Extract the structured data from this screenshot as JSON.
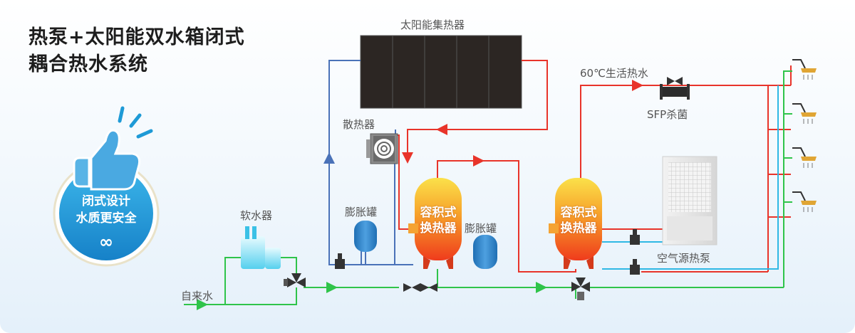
{
  "title": {
    "line1": "热泵+太阳能双水箱闭式",
    "line2": "耦合热水系统"
  },
  "badge": {
    "line1": "闭式设计",
    "line2": "水质更安全",
    "symbol": "∞",
    "icon": "thumbs-up-icon"
  },
  "labels": {
    "solar_collector": "太阳能集热器",
    "radiator": "散热器",
    "expansion_tank_1": "膨胀罐",
    "expansion_tank_2": "膨胀罐",
    "soft_water": "软水器",
    "tap_water": "自来水",
    "hot_water_60": "60℃生活热水",
    "sfp": "SFP杀菌",
    "heat_pump": "空气源热泵"
  },
  "tanks": {
    "tank1_line1": "容积式",
    "tank1_line2": "换热器",
    "tank2_line1": "容积式",
    "tank2_line2": "换热器"
  },
  "colors": {
    "hot_pipe": "#e8342a",
    "cold_pipe": "#2fc44a",
    "return_pipe": "#4a72b8",
    "cyan_pipe": "#2fb8e4",
    "badge": "#1e9ad6",
    "tank_top": "#fbe14a",
    "tank_bottom": "#ef3b1c"
  }
}
